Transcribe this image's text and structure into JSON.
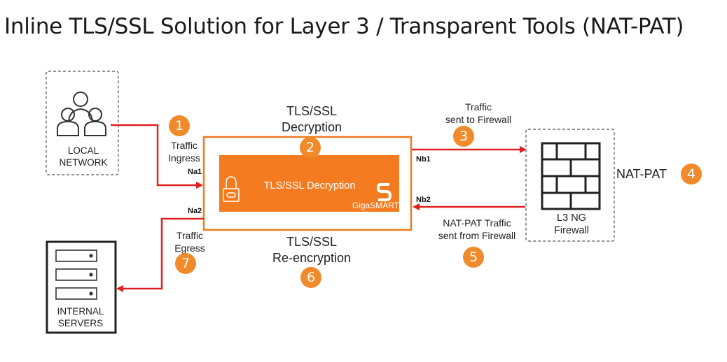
{
  "title": "Inline TLS/SSL Solution for Layer 3 / Transparent Tools (NAT-PAT)",
  "local_network": {
    "label_line1": "LOCAL",
    "label_line2": "NETWORK"
  },
  "internal_servers": {
    "label_line1": "INTERNAL",
    "label_line2": "SERVERS"
  },
  "firewall": {
    "label_line1": "L3 NG",
    "label_line2": "Firewall",
    "side_label": "NAT-PAT"
  },
  "gigasmart": {
    "panel_label": "TLS/SSL Decryption",
    "brand": "GigaSMART"
  },
  "decryption_label": {
    "line1": "TLS/SSL",
    "line2": "Decryption"
  },
  "reencryption_label": {
    "line1": "TLS/SSL",
    "line2": "Re-encryption"
  },
  "traffic_ingress": {
    "line1": "Traffic",
    "line2": "Ingress"
  },
  "traffic_egress": {
    "line1": "Traffic",
    "line2": "Egress"
  },
  "traffic_to_fw": {
    "line1": "Traffic",
    "line2": "sent to Firewall"
  },
  "traffic_from_fw": {
    "line1": "NAT-PAT Traffic",
    "line2": "sent from Firewall"
  },
  "ports": {
    "na1": "Na1",
    "na2": "Na2",
    "nb1": "Nb1",
    "nb2": "Nb2"
  },
  "steps": {
    "s1": "1",
    "s2": "2",
    "s3": "3",
    "s4": "4",
    "s5": "5",
    "s6": "6",
    "s7": "7"
  },
  "colors": {
    "accent": "#f07a1e",
    "flow": "#e02020",
    "badge": "#f08a2a",
    "panel": "#f47b20"
  }
}
